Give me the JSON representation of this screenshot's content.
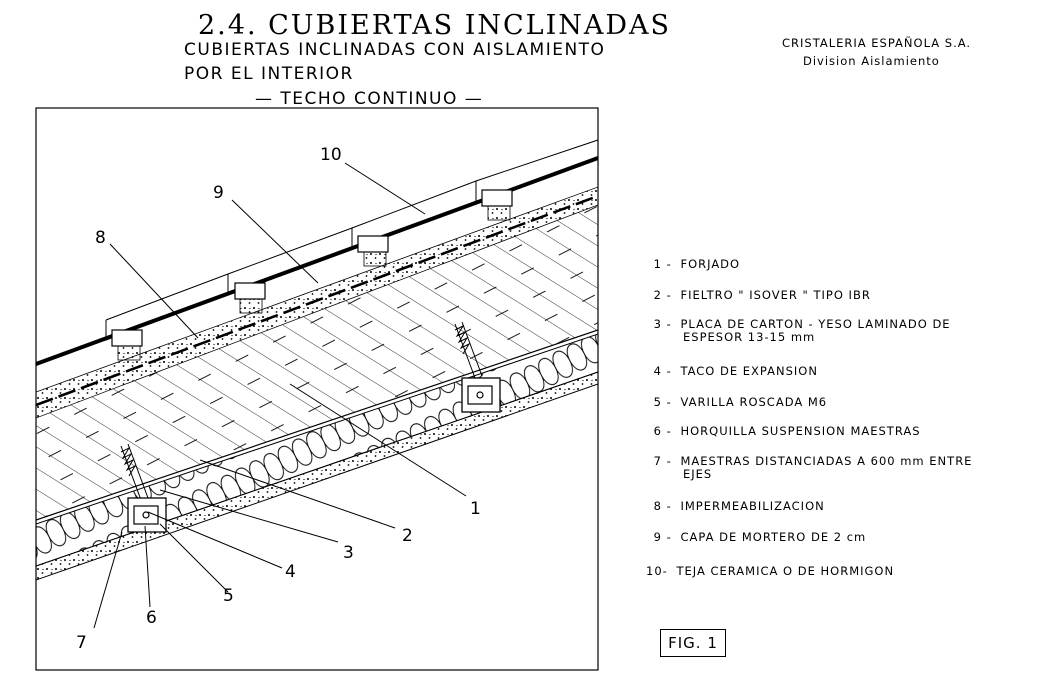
{
  "header": {
    "title": "2.4. CUBIERTAS INCLINADAS",
    "subtitle_line1": "CUBIERTAS INCLINADAS CON AISLAMIENTO",
    "subtitle_line2": "POR EL INTERIOR",
    "subtitle_line3": "— TECHO CONTINUO —"
  },
  "company": {
    "name": "CRISTALERIA ESPAÑOLA S.A.",
    "division": "Division Aislamiento"
  },
  "legend": [
    {
      "num": "1",
      "text": "FORJADO"
    },
    {
      "num": "2",
      "text": "FIELTRO \" ISOVER \" TIPO IBR"
    },
    {
      "num": "3",
      "text": "PLACA DE CARTON - YESO LAMINADO DE",
      "cont": "ESPESOR 13-15 mm"
    },
    {
      "num": "4",
      "text": "TACO DE EXPANSION"
    },
    {
      "num": "5",
      "text": "VARILLA ROSCADA M6"
    },
    {
      "num": "6",
      "text": "HORQUILLA SUSPENSION MAESTRAS"
    },
    {
      "num": "7",
      "text": "MAESTRAS DISTANCIADAS A 600 mm ENTRE",
      "cont": "EJES"
    },
    {
      "num": "8",
      "text": "IMPERMEABILIZACION"
    },
    {
      "num": "9",
      "text": "CAPA DE MORTERO DE 2 cm"
    },
    {
      "num": "10",
      "text": "TEJA CERAMICA O DE HORMIGON"
    }
  ],
  "figure_label": "FIG. 1",
  "callouts": [
    "1",
    "2",
    "3",
    "4",
    "5",
    "6",
    "7",
    "8",
    "9",
    "10"
  ]
}
